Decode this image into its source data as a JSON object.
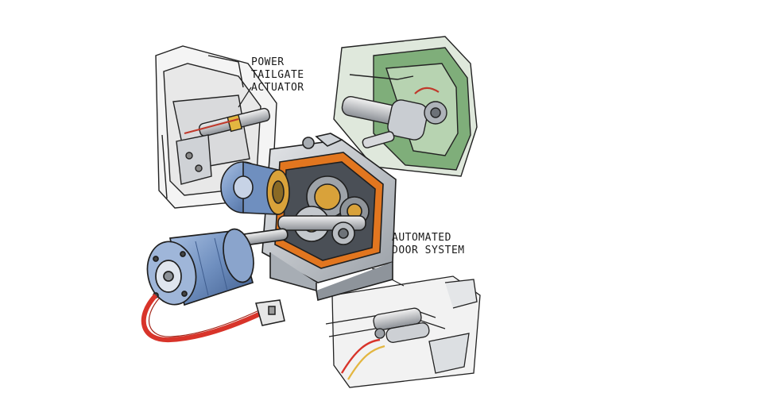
{
  "labels": {
    "tailgate_line1": "POWER",
    "tailgate_line2": "TAILGATE",
    "tailgate_line3": "ACTUATOR",
    "door_line1": "AUTOMATED",
    "door_line2": "DOOR SYSTEM"
  },
  "icons": {
    "tailgate_inset": "tailgate-actuator-icon",
    "hinge_inset": "hinge-actuator-icon",
    "door_inset": "door-mechanism-icon",
    "motor": "electric-motor-icon",
    "gearbox": "gearbox-cutaway-icon",
    "connector": "wire-connector-icon"
  },
  "colors": {
    "motor_blue": "#6f8fbf",
    "housing_gray": "#b8bcc2",
    "cutaway_orange": "#e2761f",
    "wire_red": "#d8342a",
    "inset_green": "#7fae7a",
    "gear_gold": "#d9a23a"
  }
}
